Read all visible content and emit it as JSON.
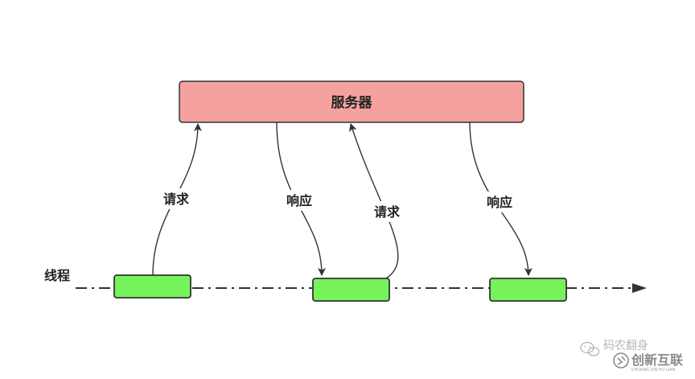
{
  "server": {
    "label": "服务器"
  },
  "timeline": {
    "label": "线程"
  },
  "edges": [
    {
      "label": "请求"
    },
    {
      "label": "响应"
    },
    {
      "label": "请求"
    },
    {
      "label": "响应"
    }
  ],
  "watermark": {
    "faint_text": "码农翻身",
    "brand_text": "创新互联",
    "brand_sub": "CHUANG XIN HU LIAN"
  },
  "colors": {
    "server_fill": "#f4a19f",
    "task_fill": "#76f35a",
    "stroke": "#333333"
  }
}
